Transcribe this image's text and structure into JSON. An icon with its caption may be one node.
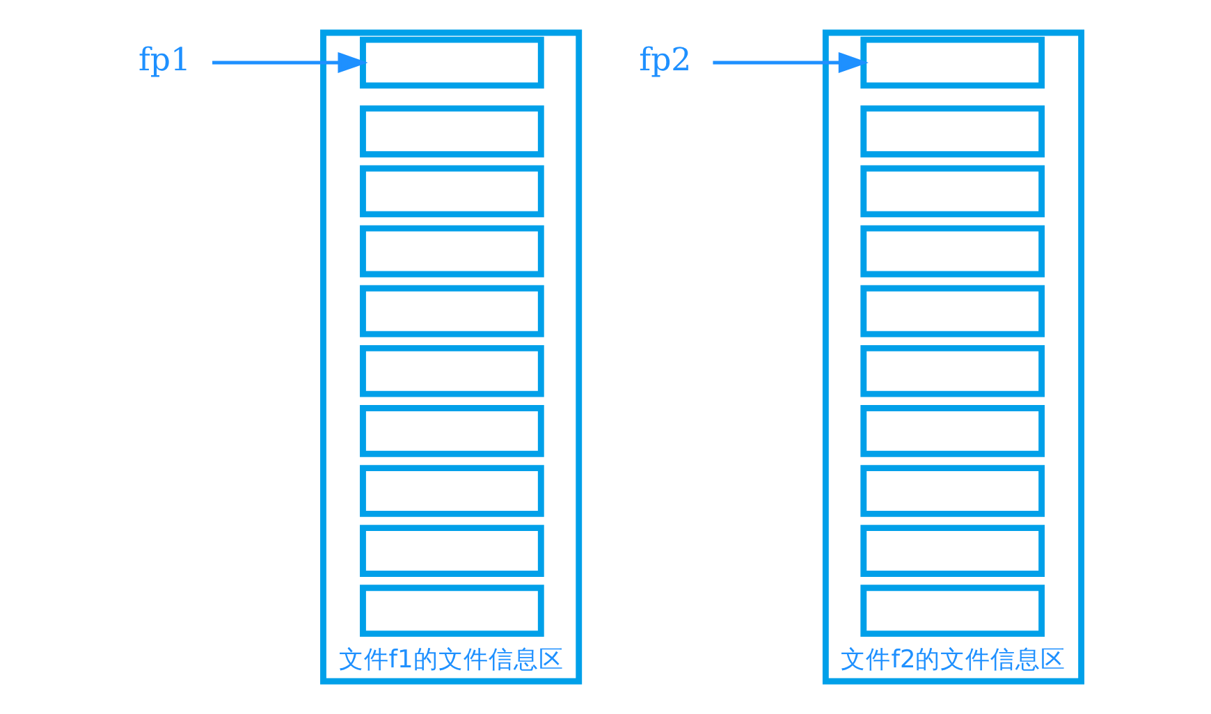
{
  "diagram": {
    "nodes": [
      {
        "text": [
          "fp1"
        ]
      },
      {
        "text": [
          "文件f1的文件信息区"
        ]
      },
      {
        "text": [],
        "shape": "box",
        "in": 1
      },
      {
        "text": [],
        "shape": "box",
        "in": 1
      },
      {
        "text": [],
        "shape": "box",
        "in": 1
      },
      {
        "text": [],
        "shape": "box",
        "in": 1
      },
      {
        "text": [],
        "shape": "box",
        "in": 1
      },
      {
        "text": [],
        "shape": "box",
        "in": 1
      },
      {
        "text": [],
        "shape": "box",
        "in": 1
      },
      {
        "text": [],
        "shape": "box",
        "in": 1
      },
      {
        "text": [],
        "shape": "box",
        "in": 1
      },
      {
        "text": [],
        "shape": "box",
        "in": 1
      },
      {
        "text": [
          "fp2"
        ]
      },
      {
        "text": [
          "文件f2的文件信息区"
        ]
      },
      {
        "text": [],
        "shape": "box",
        "in": 13
      },
      {
        "text": [],
        "shape": "box",
        "in": 13
      },
      {
        "text": [],
        "shape": "box",
        "in": 13
      },
      {
        "text": [],
        "shape": "box",
        "in": 13
      },
      {
        "text": [],
        "shape": "box",
        "in": 13
      },
      {
        "text": [],
        "shape": "box",
        "in": 13
      },
      {
        "text": [],
        "shape": "box",
        "in": 13
      },
      {
        "text": [],
        "shape": "box",
        "in": 13
      },
      {
        "text": [],
        "shape": "box",
        "in": 13
      },
      {
        "text": [],
        "shape": "box",
        "in": 13
      }
    ],
    "edges": [
      {
        "from": 0,
        "to": 2,
        "arrow": "to"
      },
      {
        "from": 12,
        "to": 14,
        "arrow": "to"
      }
    ]
  }
}
